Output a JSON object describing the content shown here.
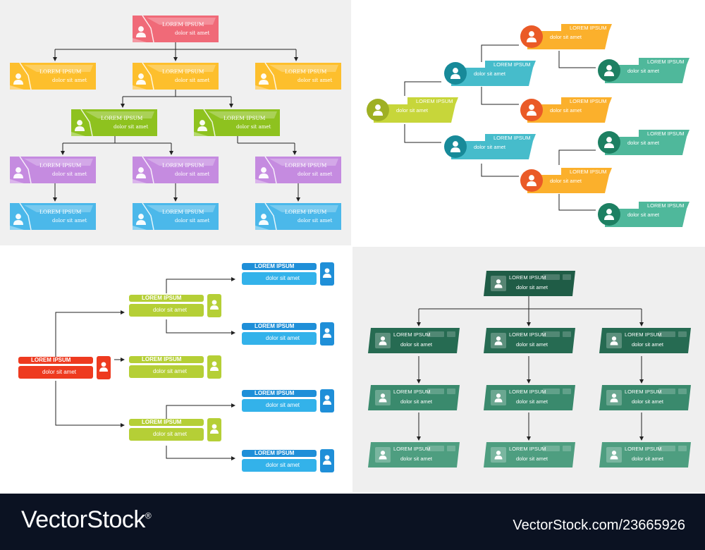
{
  "box_title": "LOREM IPSUM",
  "box_subtitle": "dolor sit amet",
  "colors": {
    "q1_red": "#f06a78",
    "q1_yellow": "#fdbf2d",
    "q1_green": "#8ec21f",
    "q1_purple": "#c58be0",
    "q1_blue": "#4bb8ea",
    "q2_lime": "#c7d63a",
    "q2_teal": "#46bccb",
    "q2_orange": "#fbb02c",
    "q2_green": "#4fb89b",
    "q3_red": "#ee3a1f",
    "q3_lime": "#b5cf36",
    "q3_blue": "#33b2ea",
    "q4_darkgreen": "#1f5c46",
    "q4_green": "#3a8a6d",
    "q4_lightgreen": "#4e9e80"
  },
  "footer": {
    "brand": "VectorStock",
    "registered": "®",
    "image_id": "VectorStock.com/23665926"
  }
}
